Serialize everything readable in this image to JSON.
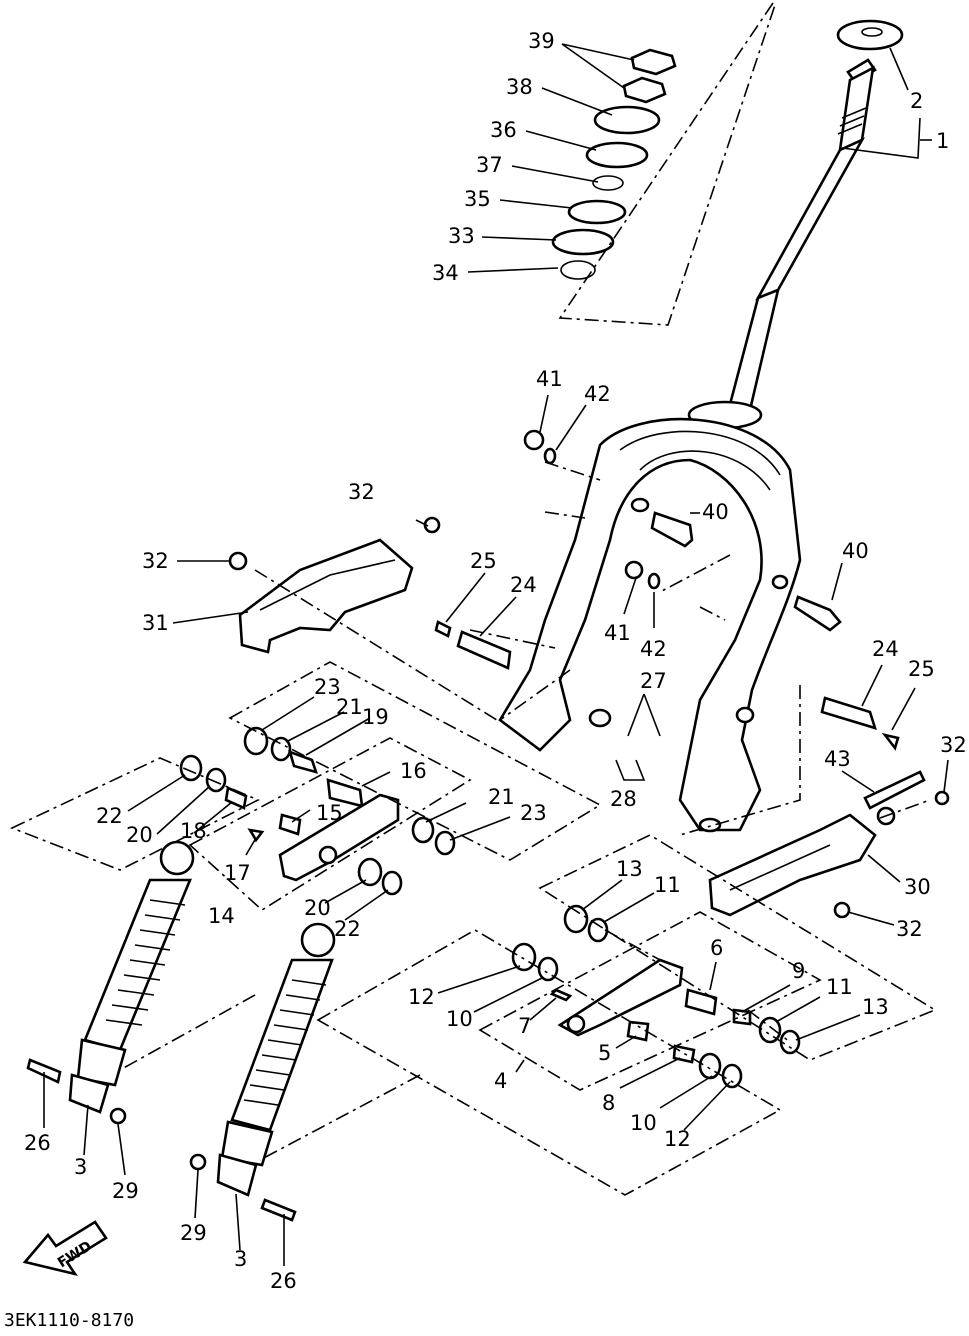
{
  "diagram": {
    "code": "3EK1110-8170",
    "fwd_label": "FWD",
    "callouts": [
      {
        "id": "c39",
        "text": "39"
      },
      {
        "id": "c38",
        "text": "38"
      },
      {
        "id": "c36",
        "text": "36"
      },
      {
        "id": "c37",
        "text": "37"
      },
      {
        "id": "c35",
        "text": "35"
      },
      {
        "id": "c33",
        "text": "33"
      },
      {
        "id": "c34",
        "text": "34"
      },
      {
        "id": "c2",
        "text": "2"
      },
      {
        "id": "c1",
        "text": "1"
      },
      {
        "id": "c41a",
        "text": "41"
      },
      {
        "id": "c42a",
        "text": "42"
      },
      {
        "id": "c40a",
        "text": "40"
      },
      {
        "id": "c40b",
        "text": "40"
      },
      {
        "id": "c41b",
        "text": "41"
      },
      {
        "id": "c42b",
        "text": "42"
      },
      {
        "id": "c32a",
        "text": "32"
      },
      {
        "id": "c32b",
        "text": "32"
      },
      {
        "id": "c31",
        "text": "31"
      },
      {
        "id": "c25a",
        "text": "25"
      },
      {
        "id": "c24a",
        "text": "24"
      },
      {
        "id": "c24b",
        "text": "24"
      },
      {
        "id": "c25b",
        "text": "25"
      },
      {
        "id": "c27",
        "text": "27"
      },
      {
        "id": "c28",
        "text": "28"
      },
      {
        "id": "c23a",
        "text": "23"
      },
      {
        "id": "c21a",
        "text": "21"
      },
      {
        "id": "c19",
        "text": "19"
      },
      {
        "id": "c16",
        "text": "16"
      },
      {
        "id": "c22a",
        "text": "22"
      },
      {
        "id": "c20a",
        "text": "20"
      },
      {
        "id": "c18",
        "text": "18"
      },
      {
        "id": "c15",
        "text": "15"
      },
      {
        "id": "c21b",
        "text": "21"
      },
      {
        "id": "c23b",
        "text": "23"
      },
      {
        "id": "c17",
        "text": "17"
      },
      {
        "id": "c14",
        "text": "14"
      },
      {
        "id": "c20b",
        "text": "20"
      },
      {
        "id": "c22b",
        "text": "22"
      },
      {
        "id": "c43",
        "text": "43"
      },
      {
        "id": "c32c",
        "text": "32"
      },
      {
        "id": "c30",
        "text": "30"
      },
      {
        "id": "c32d",
        "text": "32"
      },
      {
        "id": "c13a",
        "text": "13"
      },
      {
        "id": "c11a",
        "text": "11"
      },
      {
        "id": "c12a",
        "text": "12"
      },
      {
        "id": "c10a",
        "text": "10"
      },
      {
        "id": "c7",
        "text": "7"
      },
      {
        "id": "c6",
        "text": "6"
      },
      {
        "id": "c9",
        "text": "9"
      },
      {
        "id": "c11b",
        "text": "11"
      },
      {
        "id": "c13b",
        "text": "13"
      },
      {
        "id": "c5",
        "text": "5"
      },
      {
        "id": "c4",
        "text": "4"
      },
      {
        "id": "c8",
        "text": "8"
      },
      {
        "id": "c10b",
        "text": "10"
      },
      {
        "id": "c12b",
        "text": "12"
      },
      {
        "id": "c26a",
        "text": "26"
      },
      {
        "id": "c3a",
        "text": "3"
      },
      {
        "id": "c29a",
        "text": "29"
      },
      {
        "id": "c29b",
        "text": "29"
      },
      {
        "id": "c3b",
        "text": "3"
      },
      {
        "id": "c26b",
        "text": "26"
      }
    ]
  }
}
